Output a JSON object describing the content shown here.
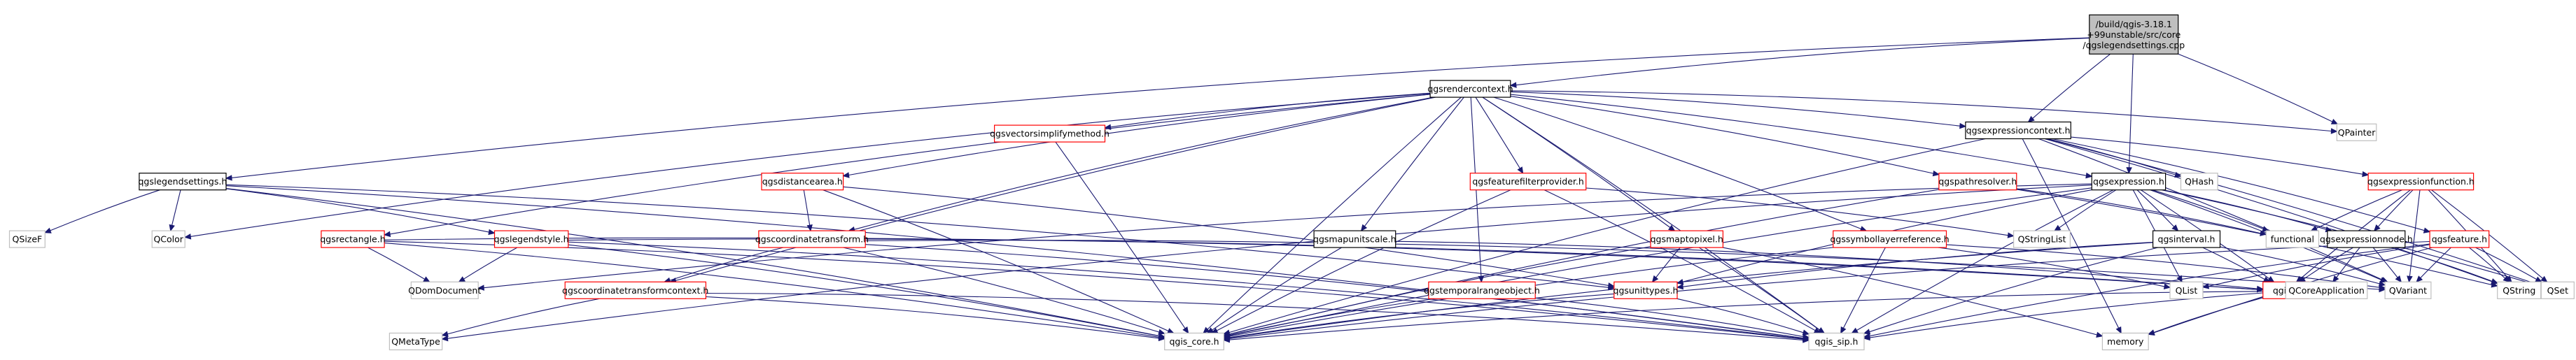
{
  "diagram": {
    "type": "include-dependency-graph",
    "colors": {
      "edge": "#191970",
      "root_fill": "#bfbfbf",
      "documented_border": "#ff0000",
      "undocumented_border": "#bfbfbf",
      "node_fill": "#ffffff"
    },
    "root": "root",
    "nodes": [
      {
        "id": "root",
        "lines": [
          "/build/qgis-3.18.1",
          "+99unstable/src/core",
          "/qgslegendsettings.cpp"
        ],
        "kind": "root"
      },
      {
        "id": "legendsettings",
        "lines": [
          "qgslegendsettings.h"
        ],
        "kind": "doc"
      },
      {
        "id": "rendercontext",
        "lines": [
          "qgsrendercontext.h"
        ],
        "kind": "doc"
      },
      {
        "id": "exprcontext",
        "lines": [
          "qgsexpressioncontext.h"
        ],
        "kind": "doc"
      },
      {
        "id": "expression",
        "lines": [
          "qgsexpression.h"
        ],
        "kind": "doc"
      },
      {
        "id": "qpainter",
        "lines": [
          "QPainter"
        ],
        "kind": "ext"
      },
      {
        "id": "qsizef",
        "lines": [
          "QSizeF"
        ],
        "kind": "ext"
      },
      {
        "id": "qcolor",
        "lines": [
          "QColor"
        ],
        "kind": "ext"
      },
      {
        "id": "rectangle",
        "lines": [
          "qgsrectangle.h"
        ],
        "kind": "link"
      },
      {
        "id": "legendstyle",
        "lines": [
          "qgslegendstyle.h"
        ],
        "kind": "link"
      },
      {
        "id": "vectorsimplify",
        "lines": [
          "qgsvectorsimplifymethod.h"
        ],
        "kind": "link"
      },
      {
        "id": "distancearea",
        "lines": [
          "qgsdistancearea.h"
        ],
        "kind": "link"
      },
      {
        "id": "coordtransform",
        "lines": [
          "qgscoordinatetransform.h"
        ],
        "kind": "link"
      },
      {
        "id": "coordtransformctx",
        "lines": [
          "qgscoordinatetransformcontext.h"
        ],
        "kind": "link"
      },
      {
        "id": "qmetatype",
        "lines": [
          "QMetaType"
        ],
        "kind": "ext"
      },
      {
        "id": "qdomdocument",
        "lines": [
          "QDomDocument"
        ],
        "kind": "ext"
      },
      {
        "id": "qgis_core",
        "lines": [
          "qgis_core.h"
        ],
        "kind": "ext"
      },
      {
        "id": "qgis_sip",
        "lines": [
          "qgis_sip.h"
        ],
        "kind": "ext"
      },
      {
        "id": "featurefilter",
        "lines": [
          "qgsfeaturefilterprovider.h"
        ],
        "kind": "link"
      },
      {
        "id": "mapunitscale",
        "lines": [
          "qgsmapunitscale.h"
        ],
        "kind": "doc"
      },
      {
        "id": "maptopixel",
        "lines": [
          "qgsmaptopixel.h"
        ],
        "kind": "link"
      },
      {
        "id": "temporalrange",
        "lines": [
          "qgstemporalrangeobject.h"
        ],
        "kind": "link"
      },
      {
        "id": "unittypes",
        "lines": [
          "qgsunittypes.h"
        ],
        "kind": "link"
      },
      {
        "id": "symbollayerref",
        "lines": [
          "qgssymbollayerreference.h"
        ],
        "kind": "link"
      },
      {
        "id": "pathresolver",
        "lines": [
          "qgspathresolver.h"
        ],
        "kind": "link"
      },
      {
        "id": "qstringlist",
        "lines": [
          "QStringList"
        ],
        "kind": "ext"
      },
      {
        "id": "interval",
        "lines": [
          "qgsinterval.h"
        ],
        "kind": "doc"
      },
      {
        "id": "qlist",
        "lines": [
          "QList"
        ],
        "kind": "ext"
      },
      {
        "id": "qgis_h",
        "lines": [
          "qgis.h"
        ],
        "kind": "link"
      },
      {
        "id": "functional",
        "lines": [
          "functional"
        ],
        "kind": "ext"
      },
      {
        "id": "exprnode",
        "lines": [
          "qgsexpressionnode.h"
        ],
        "kind": "doc"
      },
      {
        "id": "qcoreapp",
        "lines": [
          "QCoreApplication"
        ],
        "kind": "ext"
      },
      {
        "id": "qvariant",
        "lines": [
          "QVariant"
        ],
        "kind": "ext"
      },
      {
        "id": "exprfunction",
        "lines": [
          "qgsexpressionfunction.h"
        ],
        "kind": "link"
      },
      {
        "id": "qhash",
        "lines": [
          "QHash"
        ],
        "kind": "ext"
      },
      {
        "id": "feature",
        "lines": [
          "qgsfeature.h"
        ],
        "kind": "link"
      },
      {
        "id": "qstring",
        "lines": [
          "QString"
        ],
        "kind": "ext"
      },
      {
        "id": "qset",
        "lines": [
          "QSet"
        ],
        "kind": "ext"
      },
      {
        "id": "memory",
        "lines": [
          "memory"
        ],
        "kind": "ext"
      }
    ],
    "edges": [
      [
        "root",
        "legendsettings"
      ],
      [
        "root",
        "rendercontext"
      ],
      [
        "root",
        "exprcontext"
      ],
      [
        "root",
        "expression"
      ],
      [
        "root",
        "qpainter"
      ],
      [
        "legendsettings",
        "qsizef"
      ],
      [
        "legendsettings",
        "qcolor"
      ],
      [
        "legendsettings",
        "legendstyle"
      ],
      [
        "legendsettings",
        "qgis_core"
      ],
      [
        "legendsettings",
        "qgis_sip"
      ],
      [
        "legendsettings",
        "unittypes"
      ],
      [
        "rendercontext",
        "qcolor"
      ],
      [
        "rendercontext",
        "qpainter"
      ],
      [
        "rendercontext",
        "rectangle"
      ],
      [
        "rendercontext",
        "vectorsimplify"
      ],
      [
        "rendercontext",
        "distancearea"
      ],
      [
        "rendercontext",
        "coordtransform"
      ],
      [
        "rendercontext",
        "coordtransformctx"
      ],
      [
        "rendercontext",
        "qgis_core"
      ],
      [
        "rendercontext",
        "qgis_sip"
      ],
      [
        "rendercontext",
        "featurefilter"
      ],
      [
        "rendercontext",
        "mapunitscale"
      ],
      [
        "rendercontext",
        "maptopixel"
      ],
      [
        "rendercontext",
        "temporalrange"
      ],
      [
        "rendercontext",
        "symbollayerref"
      ],
      [
        "rendercontext",
        "pathresolver"
      ],
      [
        "rendercontext",
        "exprcontext"
      ],
      [
        "rendercontext",
        "expression"
      ],
      [
        "rectangle",
        "qdomdocument"
      ],
      [
        "rectangle",
        "qgis_core"
      ],
      [
        "rectangle",
        "qgis_sip"
      ],
      [
        "rectangle",
        "qgis_h"
      ],
      [
        "legendstyle",
        "qdomdocument"
      ],
      [
        "legendstyle",
        "qgis_core"
      ],
      [
        "legendstyle",
        "qgis_sip"
      ],
      [
        "legendstyle",
        "qgis_h"
      ],
      [
        "vectorsimplify",
        "qgis_core"
      ],
      [
        "distancearea",
        "coordtransform"
      ],
      [
        "distancearea",
        "qgis_core"
      ],
      [
        "distancearea",
        "unittypes"
      ],
      [
        "coordtransform",
        "coordtransformctx"
      ],
      [
        "coordtransform",
        "qgis_core"
      ],
      [
        "coordtransform",
        "qgis_sip"
      ],
      [
        "coordtransform",
        "qvariant"
      ],
      [
        "coordtransformctx",
        "qmetatype"
      ],
      [
        "coordtransformctx",
        "qgis_core"
      ],
      [
        "coordtransformctx",
        "qgis_sip"
      ],
      [
        "featurefilter",
        "qstringlist"
      ],
      [
        "featurefilter",
        "qgis_core"
      ],
      [
        "featurefilter",
        "qgis_sip"
      ],
      [
        "mapunitscale",
        "qgis_core"
      ],
      [
        "mapunitscale",
        "qgis_h"
      ],
      [
        "maptopixel",
        "unittypes"
      ],
      [
        "maptopixel",
        "qgis_core"
      ],
      [
        "maptopixel",
        "qgis_sip"
      ],
      [
        "maptopixel",
        "memory"
      ],
      [
        "temporalrange",
        "qgis_core"
      ],
      [
        "temporalrange",
        "qgis_sip"
      ],
      [
        "unittypes",
        "qgis_core"
      ],
      [
        "unittypes",
        "qgis_sip"
      ],
      [
        "symbollayerref",
        "qlist"
      ],
      [
        "symbollayerref",
        "qvariant"
      ],
      [
        "symbollayerref",
        "qgis_core"
      ],
      [
        "symbollayerref",
        "qgis_sip"
      ],
      [
        "pathresolver",
        "functional"
      ],
      [
        "pathresolver",
        "qgis_core"
      ],
      [
        "pathresolver",
        "qstring"
      ],
      [
        "expression",
        "qmetatype"
      ],
      [
        "expression",
        "qstringlist"
      ],
      [
        "expression",
        "qvariant"
      ],
      [
        "expression",
        "qlist"
      ],
      [
        "expression",
        "functional"
      ],
      [
        "expression",
        "qset"
      ],
      [
        "expression",
        "interval"
      ],
      [
        "expression",
        "exprnode"
      ],
      [
        "expression",
        "qgis_h"
      ],
      [
        "expression",
        "qgis_core"
      ],
      [
        "expression",
        "qgis_sip"
      ],
      [
        "expression",
        "unittypes"
      ],
      [
        "expression",
        "qdomdocument"
      ],
      [
        "interval",
        "qgis_core"
      ],
      [
        "interval",
        "qgis_sip"
      ],
      [
        "interval",
        "qvariant"
      ],
      [
        "interval",
        "unittypes"
      ],
      [
        "interval",
        "qgis_h"
      ],
      [
        "qgis_h",
        "qgis_core"
      ],
      [
        "qgis_h",
        "qgis_sip"
      ],
      [
        "qgis_h",
        "memory"
      ],
      [
        "exprnode",
        "qgis_h"
      ],
      [
        "exprnode",
        "qcoreapp"
      ],
      [
        "exprnode",
        "qvariant"
      ],
      [
        "exprnode",
        "qstring"
      ],
      [
        "exprcontext",
        "qvariant"
      ],
      [
        "exprcontext",
        "qhash"
      ],
      [
        "exprcontext",
        "qstring"
      ],
      [
        "exprcontext",
        "qset"
      ],
      [
        "exprcontext",
        "exprfunction"
      ],
      [
        "exprcontext",
        "feature"
      ],
      [
        "exprcontext",
        "qgis_core"
      ],
      [
        "exprcontext",
        "memory"
      ],
      [
        "exprfunction",
        "functional"
      ],
      [
        "exprfunction",
        "qvariant"
      ],
      [
        "exprfunction",
        "qset"
      ],
      [
        "exprfunction",
        "exprnode"
      ],
      [
        "exprfunction",
        "qgis_h"
      ],
      [
        "exprfunction",
        "qstring"
      ],
      [
        "feature",
        "qlist"
      ],
      [
        "feature",
        "qvariant"
      ],
      [
        "feature",
        "qset"
      ],
      [
        "feature",
        "qgis_core"
      ],
      [
        "feature",
        "qgis_sip"
      ],
      [
        "feature",
        "qstring"
      ],
      [
        "feature",
        "memory"
      ]
    ]
  }
}
